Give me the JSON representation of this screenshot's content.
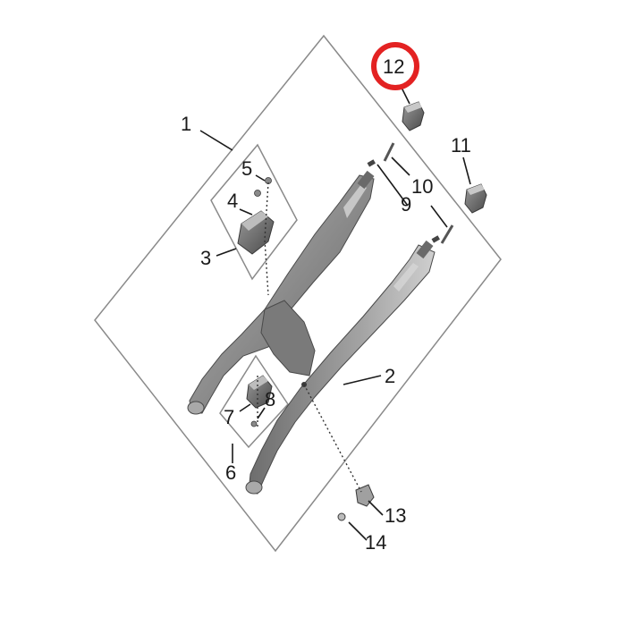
{
  "diagram": {
    "callouts": {
      "c1": "1",
      "c2": "2",
      "c3": "3",
      "c4": "4",
      "c5": "5",
      "c6": "6",
      "c7": "7",
      "c8": "8",
      "c9": "9",
      "c10": "10",
      "c11": "11",
      "c12": "12",
      "c13": "13",
      "c14": "14"
    },
    "highlighted_callout": "12",
    "colors": {
      "highlight_ring": "#e32222",
      "part_body": "#8f8f8f",
      "part_shadow": "#5e5e5e",
      "part_light": "#c4c4c4",
      "frame_line": "#8a8a8a"
    }
  }
}
